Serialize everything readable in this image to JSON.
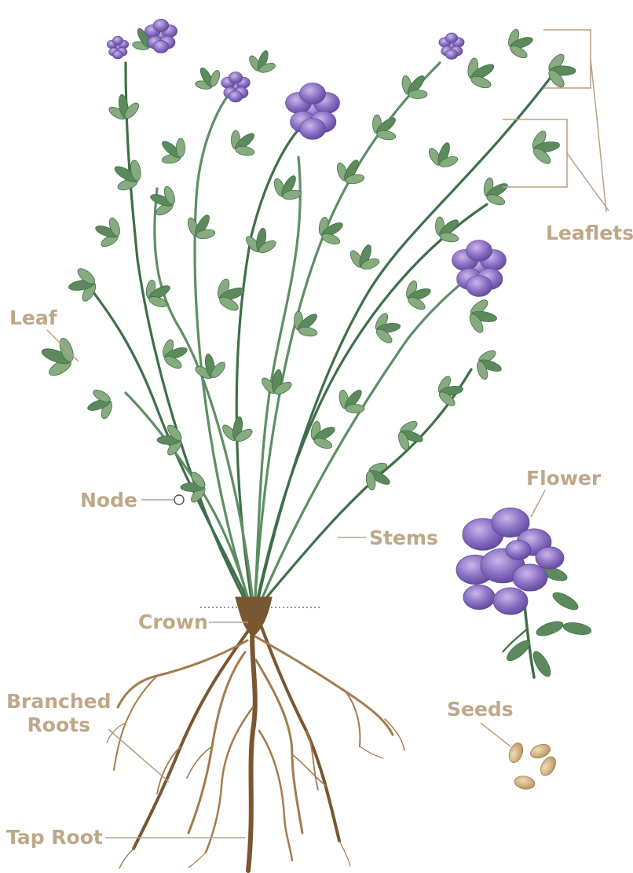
{
  "colors": {
    "label": "#bfa889",
    "leader": "#b9a183",
    "stem": "#5e8f63",
    "stem_dark": "#3f6f48",
    "leaf": "#5c8a5c",
    "leaf_light": "#86ab7e",
    "flower": "#8a70c4",
    "flower_light": "#b5a0dc",
    "flower_dark": "#5d4597",
    "root": "#a47b4e",
    "root_dark": "#7a5631",
    "seed": "#d8b689",
    "crown_line": "#555555"
  },
  "labels": {
    "leaflets": "Leaflets",
    "leaf": "Leaf",
    "node": "Node",
    "stems": "Stems",
    "flower": "Flower",
    "crown": "Crown",
    "branched_roots": "Branched\nRoots",
    "seeds": "Seeds",
    "tap_root": "Tap Root"
  }
}
